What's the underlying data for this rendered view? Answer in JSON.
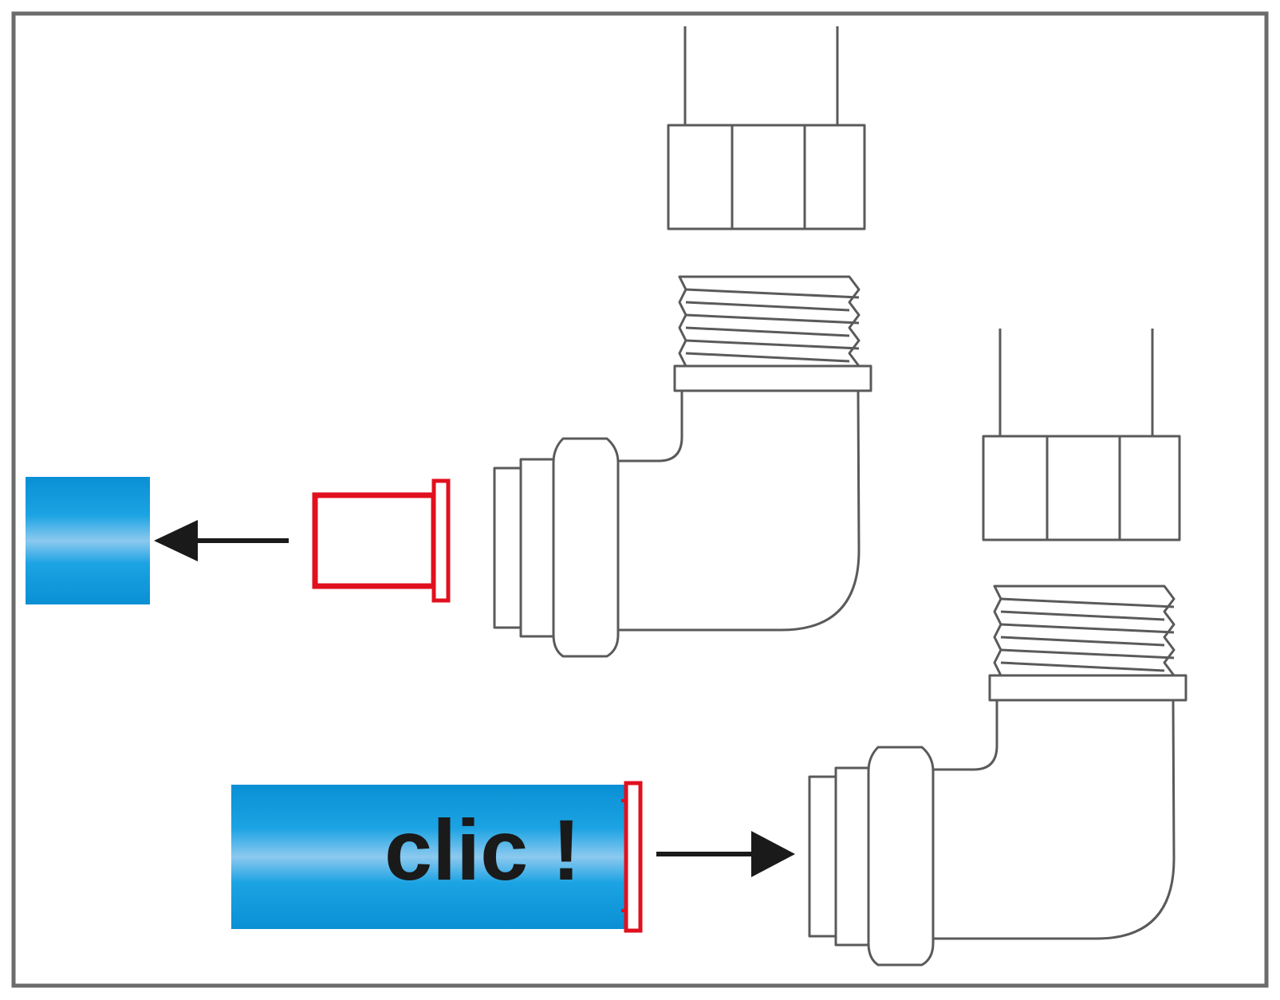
{
  "diagram": {
    "label_clic": "clic !",
    "colors": {
      "frame": "#6b6b6b",
      "outline": "#5a5a5a",
      "insert_red": "#e1101e",
      "pipe_blue_dark": "#0a8fd4",
      "pipe_blue_light": "#8cc9ef",
      "arrow": "#1a1a1a",
      "background": "#ffffff"
    },
    "steps": [
      {
        "name": "step-1-remove-insert",
        "arrow_direction": "left"
      },
      {
        "name": "step-2-push-in-pipe",
        "arrow_direction": "right"
      }
    ]
  }
}
